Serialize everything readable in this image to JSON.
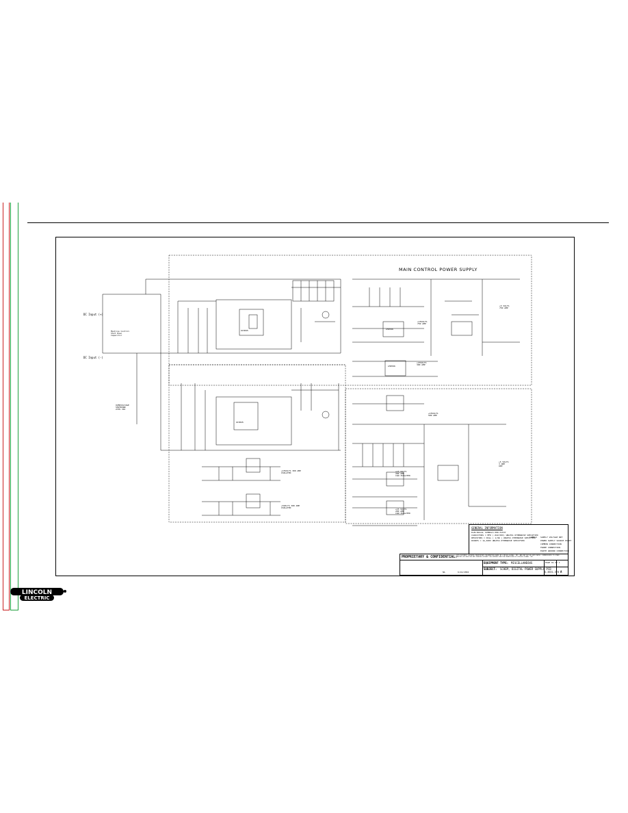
{
  "page": {
    "side_bar_colors": {
      "red": "#c81e1e",
      "green": "#1e9e3c"
    }
  },
  "schematic": {
    "section_titles": {
      "main": "MAIN CONTROL POWER SUPPLY"
    },
    "inputs": {
      "dc_plus": "DC Input (+)",
      "dc_minus": "DC Input (-)",
      "machine_control_label": "Machine Control\nShut Down\nCapacitor",
      "overvoltage_label": "OVERVOLTAGE\nSHUTDOWN\n270V VDC"
    },
    "outputs": [
      "+5 VOLTS\n750 AMP",
      "+15VOLTS\n750 AMP",
      "+15VOLTS\n300 AMP",
      "+15VOLTS\n500 AMP",
      "+5 VOLTS\n3 AMP\nOPP",
      "+15VOLTS 300 AMP\nISOLATED",
      "+5VOLTS 300 AMP\nISOLATED",
      "+15 VOLTS\n200 AMP\nCAN ISOLATED",
      "+15 VOLTS\n200 AMP\nCAN ISOLATED"
    ],
    "ic_labels": [
      "LM2596",
      "LM2596",
      "UC3845",
      "UC3845"
    ]
  },
  "general_info": {
    "heading": "GENERAL INFORMATION",
    "lines": [
      "ELECTRICAL SYMBOLS PER E1537",
      "CAPACITORS = MFD  (.022/50V) UNLESS OTHERWISE SPECIFIED",
      "RESISTORS = Ohms (  1/4W  ) UNLESS OTHERWISE SPECIFIED",
      "DIODES =  1A,400V  UNLESS OTHERWISE SPECIFIED"
    ],
    "labels_heading": "LABELS",
    "legend": [
      "SUPPLY VOLTAGE NET",
      "POWER SUPPLY SOURCE POINT",
      "COMMON CONNECTION",
      "FRAME CONNECTION",
      "EARTH GROUND CONNECTION"
    ]
  },
  "title_block": {
    "proprietary": "PROPRIETARY & CONFIDENTIAL:",
    "proprietary_note": "THIS DOCUMENT CONTAINS PROPRIETARY INFORMATION OWNED BY LINCOLN GLOBAL, INC. AND MAY NOT BE DUPLICATED, COMMUNICATED TO OTHER PARTIES OR USED FOR ANY PURPOSE WITHOUT THE EXPRESS WRITTEN PERMISSION OF LINCOLN GLOBAL, INC.",
    "equipment_type_label": "EQUIPMENT TYPE:",
    "equipment_type": "MISCELLANEOUS",
    "page": "PAGE 01 OF 1",
    "subject_label": "SUBJECT:",
    "subject": "SCHEM, DIGITAL POWER SUPPLY PCB",
    "material_disposition": "NA",
    "date": "6/24/2004",
    "document_number": "G-3631-3F0",
    "revision": "A"
  },
  "brand": {
    "line1": "LINCOLN",
    "line2": "ELECTRIC"
  }
}
